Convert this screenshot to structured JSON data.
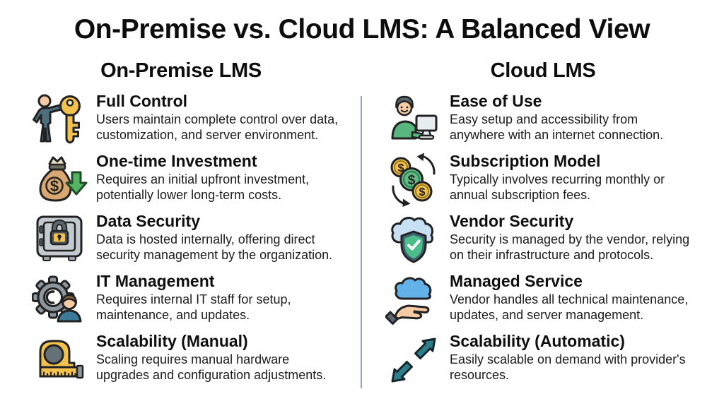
{
  "page": {
    "title": "On-Premise vs. Cloud LMS: A Balanced View",
    "background_color": "#ffffff",
    "divider_color": "#9aa0a4"
  },
  "colors": {
    "gold": "#f2c14e",
    "slate": "#4e6e7e",
    "tan": "#d9a871",
    "green_arrow": "#55b364",
    "gray_metal": "#c3cad0",
    "gear_gray": "#8d979e",
    "shirt_teal": "#3b7a96",
    "shirt_green": "#58b77e",
    "coin_green": "#5fba83",
    "cloud_light_blue": "#c8e0f4",
    "cloud_blue": "#62b1e8",
    "shield_green": "#4bbd88",
    "scal_teal": "#2e7f8c",
    "skin": "#f6cba4"
  },
  "columns": [
    {
      "header": "On-Premise LMS",
      "items": [
        {
          "icon": "person-key-icon",
          "title": "Full Control",
          "description": "Users maintain complete control over data,\ncustomization, and server environment."
        },
        {
          "icon": "money-bag-down-arrow-icon",
          "title": "One-time Investment",
          "description": "Requires an initial upfront investment,\npotentially lower long-term costs."
        },
        {
          "icon": "safe-lock-icon",
          "title": "Data Security",
          "description": "Data is hosted internally, offering direct\nsecurity management by the organization."
        },
        {
          "icon": "gear-person-icon",
          "title": "IT Management",
          "description": "Requires internal IT staff for setup,\nmaintenance, and updates."
        },
        {
          "icon": "tape-measure-icon",
          "title": "Scalability (Manual)",
          "description": "Scaling requires manual hardware\nupgrades and configuration adjustments."
        }
      ]
    },
    {
      "header": "Cloud LMS",
      "items": [
        {
          "icon": "person-computer-icon",
          "title": "Ease of Use",
          "description": "Easy setup and accessibility from\nanywhere with an internet connection."
        },
        {
          "icon": "coins-refresh-icon",
          "title": "Subscription Model",
          "description": "Typically involves recurring monthly or\nannual subscription fees."
        },
        {
          "icon": "cloud-shield-check-icon",
          "title": "Vendor Security",
          "description": "Security is managed by the vendor, relying\non their infrastructure and protocols."
        },
        {
          "icon": "hand-cloud-icon",
          "title": "Managed Service",
          "description": "Vendor handles all technical maintenance,\nupdates, and server management."
        },
        {
          "icon": "expand-arrows-icon",
          "title": "Scalability (Automatic)",
          "description": "Easily scalable on demand with provider's\nresources."
        }
      ]
    }
  ]
}
